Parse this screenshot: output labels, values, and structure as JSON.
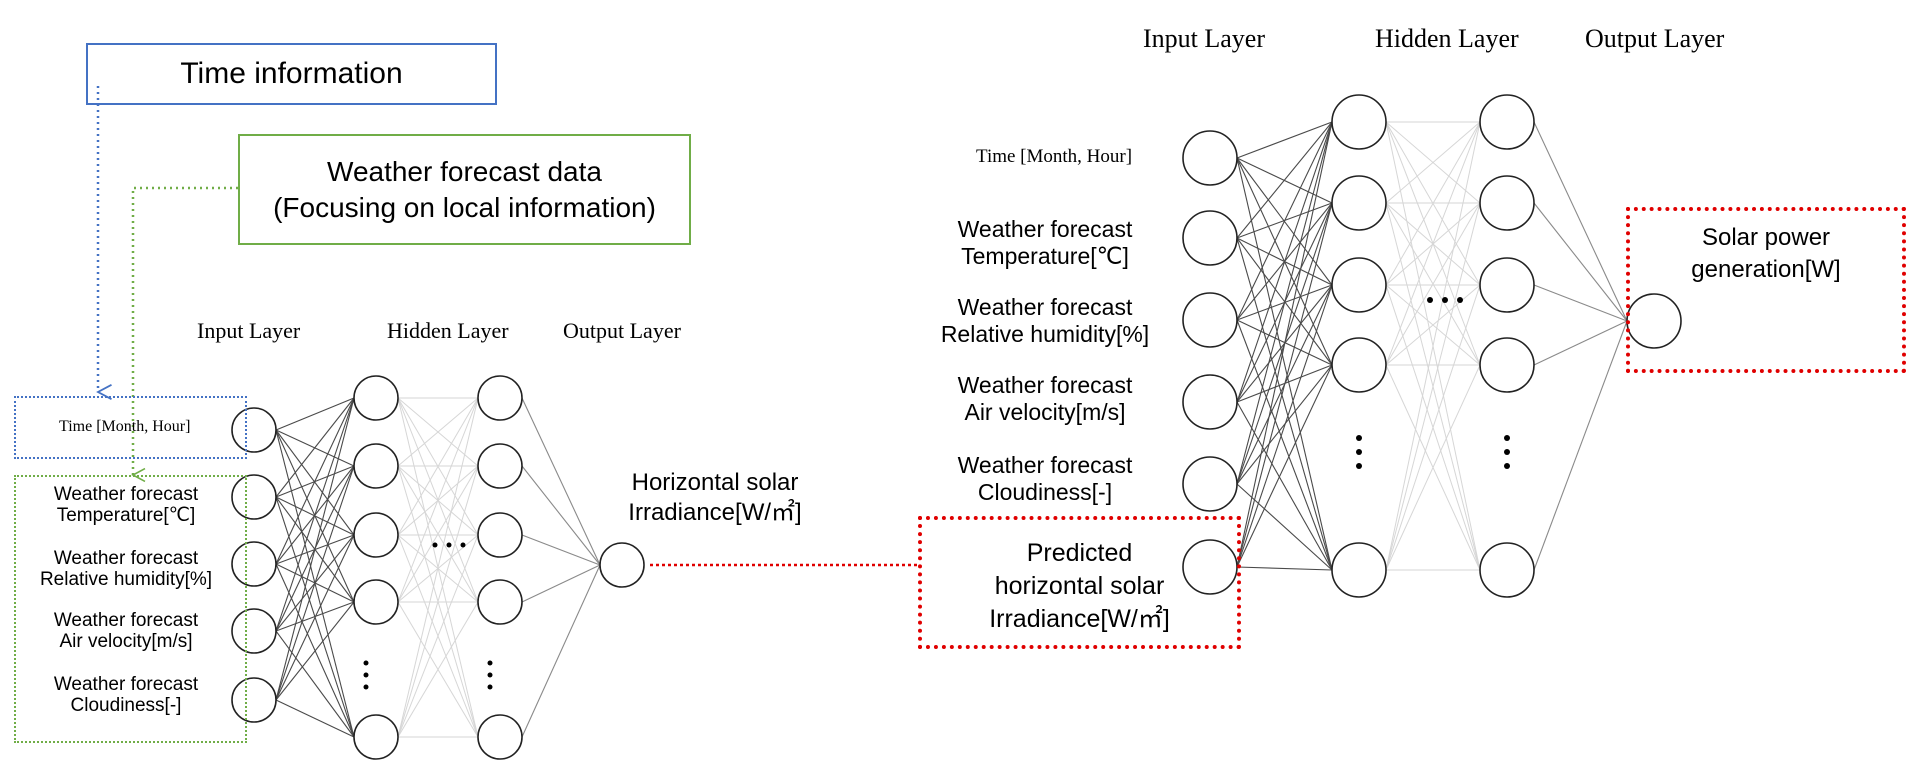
{
  "left": {
    "time_info_box": "Time information",
    "weather_box": {
      "line1": "Weather forecast data",
      "line2": "(Focusing on local information)"
    },
    "layers": {
      "input": "Input Layer",
      "hidden": "Hidden Layer",
      "output": "Output Layer"
    },
    "inputs": {
      "time": "Time [Month, Hour]",
      "temperature": {
        "line1": "Weather forecast",
        "line2": "Temperature[℃]"
      },
      "humidity": {
        "line1": "Weather forecast",
        "line2": "Relative humidity[%]"
      },
      "velocity": {
        "line1": "Weather forecast",
        "line2": "Air velocity[m/s]"
      },
      "cloudiness": {
        "line1": "Weather forecast",
        "line2": "Cloudiness[-]"
      }
    },
    "output": {
      "line1": "Horizontal solar",
      "line2": "Irradiance[W/㎡]"
    }
  },
  "right": {
    "layers": {
      "input": "Input Layer",
      "hidden": "Hidden Layer",
      "output": "Output Layer"
    },
    "inputs": {
      "time": "Time [Month, Hour]",
      "temperature": {
        "line1": "Weather forecast",
        "line2": "Temperature[℃]"
      },
      "humidity": {
        "line1": "Weather forecast",
        "line2": "Relative humidity[%]"
      },
      "velocity": {
        "line1": "Weather forecast",
        "line2": "Air velocity[m/s]"
      },
      "cloudiness": {
        "line1": "Weather forecast",
        "line2": "Cloudiness[-]"
      }
    },
    "predicted_box": {
      "line1": "Predicted",
      "line2": "horizontal solar",
      "line3": "Irradiance[W/㎡]"
    },
    "output_box": {
      "line1": "Solar power",
      "line2": "generation[W]"
    }
  },
  "colors": {
    "blue": "#4472c4",
    "green": "#70ad47",
    "red": "#e00000",
    "node_stroke": "#222222"
  }
}
